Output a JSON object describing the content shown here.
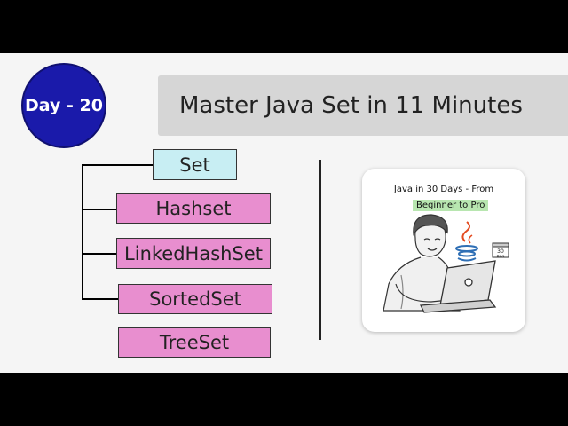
{
  "badge": {
    "text": "Day - 20"
  },
  "title": "Master Java Set in 11 Minutes",
  "hierarchy": {
    "root": "Set",
    "children": [
      "Hashset",
      "LinkedHashSet",
      "SortedSet",
      "TreeSet"
    ]
  },
  "card": {
    "title": "Java in 30 Days - From",
    "subtitle": "Beginner to Pro",
    "calendar_number": "30",
    "calendar_label": "Days"
  },
  "colors": {
    "badge": "#1a1aaa",
    "root_box": "#c8eef3",
    "child_box": "#e88ecf",
    "title_bar": "#d6d6d6",
    "subtitle_highlight": "#b8e6b0"
  }
}
